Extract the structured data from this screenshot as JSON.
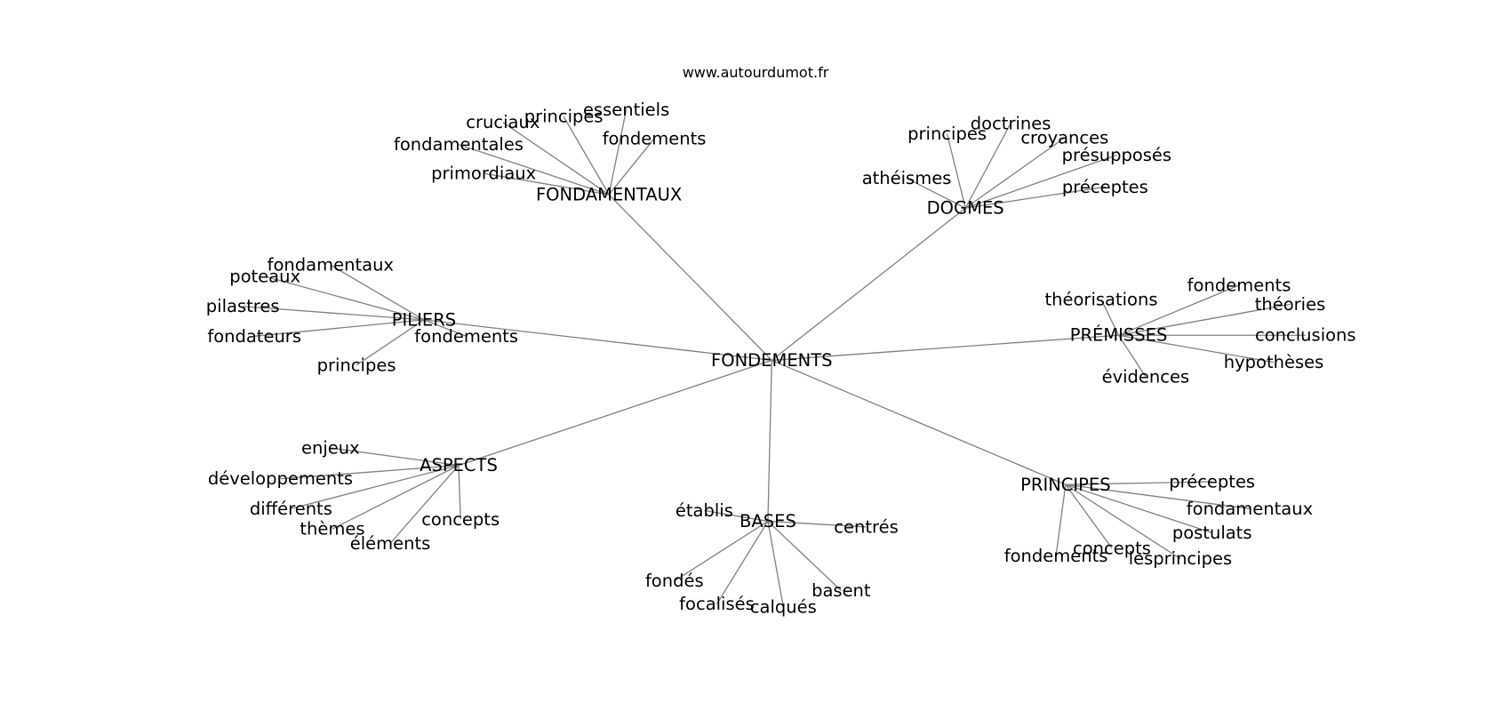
{
  "title": "www.autourdumot.fr",
  "center": "FONDEMENTS",
  "groups": [
    {
      "hub": "FONDAMENTAUX",
      "children": [
        "cruciaux",
        "principes",
        "essentiels",
        "fondements",
        "fondamentales",
        "primordiaux"
      ]
    },
    {
      "hub": "DOGMES",
      "children": [
        "principes",
        "doctrines",
        "croyances",
        "présupposés",
        "préceptes",
        "athéismes"
      ]
    },
    {
      "hub": "PILIERS",
      "children": [
        "fondamentaux",
        "poteaux",
        "pilastres",
        "fondateurs",
        "fondements",
        "principes"
      ]
    },
    {
      "hub": "PRÉMISSES",
      "children": [
        "théorisations",
        "fondements",
        "théories",
        "conclusions",
        "hypothèses",
        "évidences"
      ]
    },
    {
      "hub": "ASPECTS",
      "children": [
        "enjeux",
        "développements",
        "différents",
        "thèmes",
        "éléments",
        "concepts"
      ]
    },
    {
      "hub": "BASES",
      "children": [
        "établis",
        "centrés",
        "fondés",
        "focalisés",
        "calqués",
        "basent"
      ]
    },
    {
      "hub": "PRINCIPES",
      "children": [
        "préceptes",
        "fondamentaux",
        "postulats",
        "concepts",
        "lesprincipes",
        "fondements"
      ]
    }
  ]
}
